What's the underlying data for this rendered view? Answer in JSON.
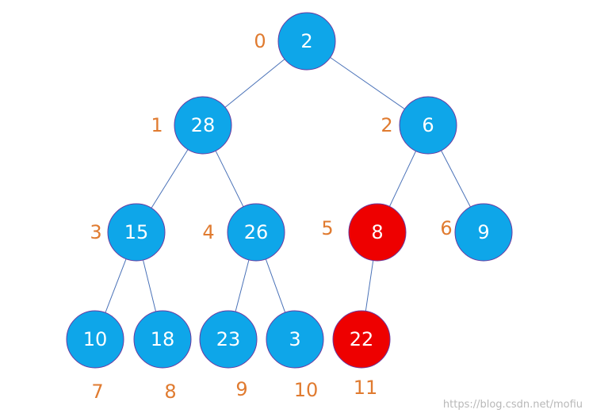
{
  "colors": {
    "node_default": "#0ea6e9",
    "node_highlight": "#ee0000",
    "edge": "#4a72b8",
    "index_text": "#e07b30",
    "node_text": "#ffffff"
  },
  "tree": {
    "nodes": [
      {
        "index": "0",
        "value": "2",
        "highlight": false
      },
      {
        "index": "1",
        "value": "28",
        "highlight": false
      },
      {
        "index": "2",
        "value": "6",
        "highlight": false
      },
      {
        "index": "3",
        "value": "15",
        "highlight": false
      },
      {
        "index": "4",
        "value": "26",
        "highlight": false
      },
      {
        "index": "5",
        "value": "8",
        "highlight": true
      },
      {
        "index": "6",
        "value": "9",
        "highlight": false
      },
      {
        "index": "7",
        "value": "10",
        "highlight": false
      },
      {
        "index": "8",
        "value": "18",
        "highlight": false
      },
      {
        "index": "9",
        "value": "23",
        "highlight": false
      },
      {
        "index": "10",
        "value": "3",
        "highlight": false
      },
      {
        "index": "11",
        "value": "22",
        "highlight": true
      }
    ]
  },
  "watermark": "https://blog.csdn.net/mofiu"
}
